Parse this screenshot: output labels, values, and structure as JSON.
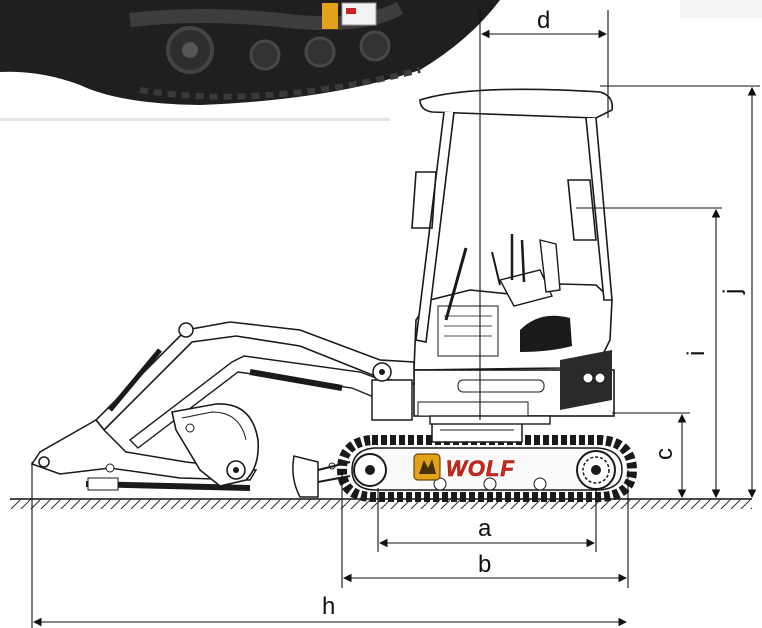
{
  "dimension_labels": {
    "a": "a",
    "b": "b",
    "c": "c",
    "d": "d",
    "h": "h",
    "i": "i",
    "j": "j"
  },
  "branding": {
    "name": "WOLF",
    "color": "#d8261c",
    "badge_color": "#e3a21a"
  },
  "colors": {
    "line": "#1a1a1a",
    "track": "#2b2b2b"
  }
}
